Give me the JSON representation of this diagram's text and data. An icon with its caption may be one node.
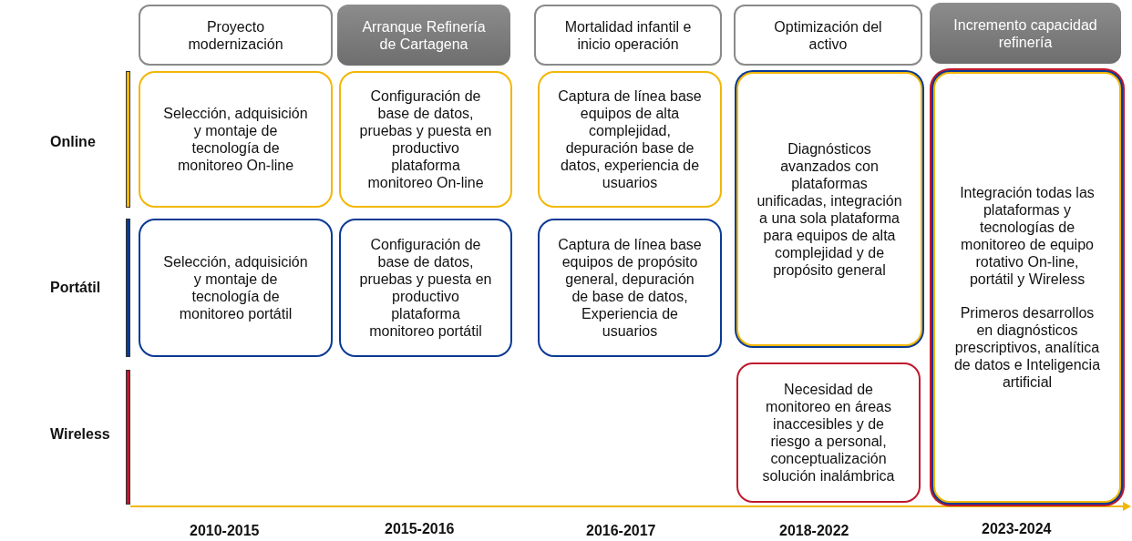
{
  "diagram": {
    "nodes": [
      {
        "text": [
          "Proyecto modernización"
        ]
      },
      {
        "text": [
          "Arranque Refinería de Cartagena"
        ]
      },
      {
        "text": [
          "Mortalidad infantil e inicio operación"
        ]
      },
      {
        "text": [
          "Optimización del activo"
        ]
      },
      {
        "text": [
          "Incremento capacidad refinería"
        ]
      },
      {
        "text": [
          "Selección, adquisición y montaje de tecnología de monitoreo On-line"
        ]
      },
      {
        "text": [
          "Configuración de base de datos, pruebas y puesta en productivo plataforma monitoreo On-line"
        ]
      },
      {
        "text": [
          "Captura de línea base equipos de alta complejidad, depuración base de datos, experiencia de usuarios"
        ]
      },
      {
        "text": [
          "Diagnósticos avanzados con plataformas unificadas, integración a una sola plataforma para equipos de alta complejidad y de propósito general"
        ]
      },
      {
        "text": [
          "Integración todas las plataformas y tecnologías de monitoreo de equipo rotativo On-line, portátil y Wireless",
          "Primeros desarrollos en diagnósticos prescriptivos, analítica de datos e Inteligencia artificial"
        ]
      },
      {
        "text": [
          "Selección, adquisición y montaje de tecnología de monitoreo portátil"
        ]
      },
      {
        "text": [
          "Configuración de base de datos, pruebas y puesta en productivo plataforma monitoreo portátil"
        ]
      },
      {
        "text": [
          "Captura de línea base equipos de propósito general, depuración de base de datos, Experiencia de usuarios"
        ]
      },
      {
        "text": [
          "Necesidad de monitoreo en áreas inaccesibles y de riesgo a personal, conceptualización solución inalámbrica"
        ]
      }
    ],
    "labels": [
      "Online",
      "Portátil",
      "Wireless",
      "2010-2015",
      "2015-2016",
      "2016-2017",
      "2018-2022",
      "2023-2024"
    ]
  }
}
